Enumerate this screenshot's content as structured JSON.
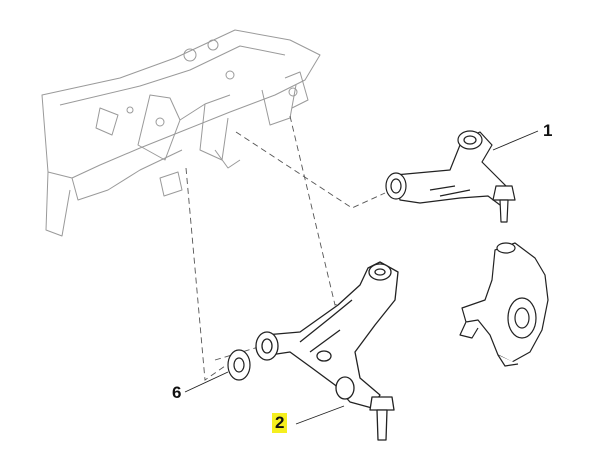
{
  "callouts": [
    {
      "id": "1",
      "label": "1",
      "highlighted": false
    },
    {
      "id": "2",
      "label": "2",
      "highlighted": true
    },
    {
      "id": "6",
      "label": "6",
      "highlighted": false
    }
  ],
  "colors": {
    "line": "#222222",
    "faded_line": "#9a9a9a",
    "highlight": "#f5ef1f",
    "background": "#ffffff"
  }
}
